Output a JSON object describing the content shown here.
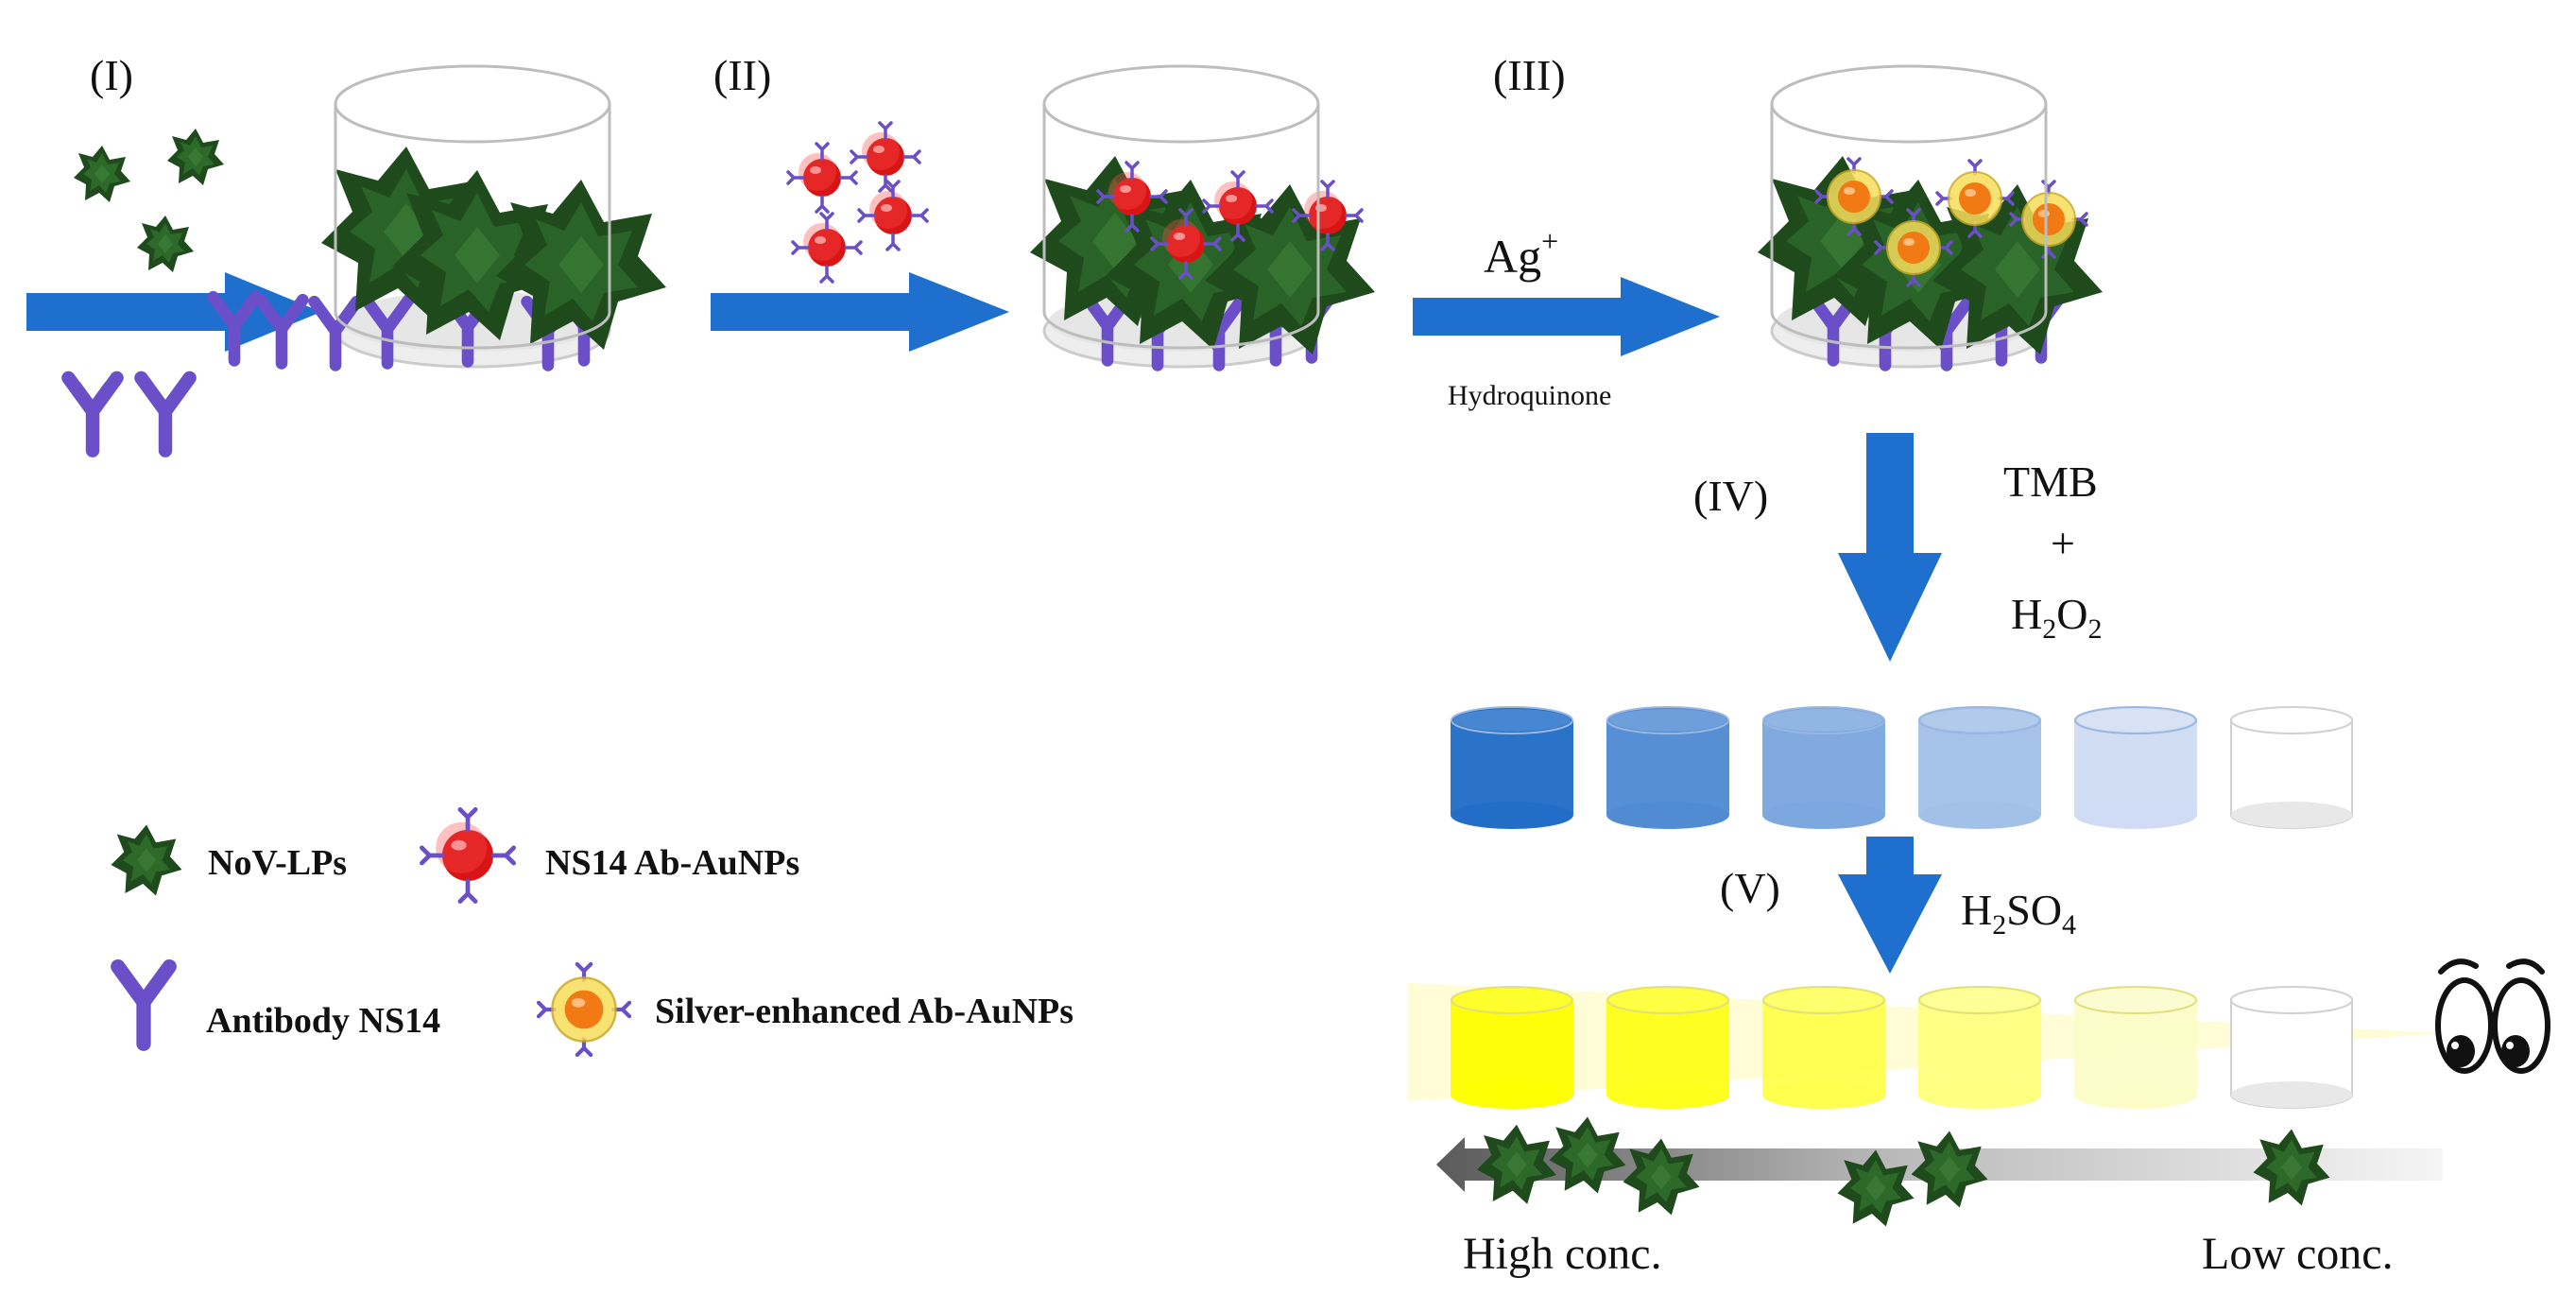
{
  "steps": {
    "step1": "(I)",
    "step2": "(II)",
    "step3": "(III)",
    "step4": "(IV)",
    "step5": "(V)"
  },
  "reagents": {
    "silver_main": "Ag",
    "silver_sup": "+",
    "reducer": "Hydroquinone",
    "tmb": "TMB",
    "plus": "+",
    "h2o2_h": "H",
    "h2o2_sub": "2",
    "h2o2_o": "O",
    "h2o2_sub2": "2",
    "acid_h": "H",
    "acid_sub": "2",
    "acid_so": "SO",
    "acid_sub2": "4"
  },
  "legend": {
    "novlp": "NoV-LPs",
    "aunp": "NS14 Ab-AuNPs",
    "antibody": "Antibody NS14",
    "silver": "Silver-enhanced Ab-AuNPs"
  },
  "gradient": {
    "high": "High conc.",
    "low": "Low conc."
  },
  "colors": {
    "arrow": "#1f6fcf",
    "antibody": "#6a4fc8",
    "star": "#1e4a1c",
    "aunp": "#e01818",
    "silver_shell": "#f2d24a",
    "silver_core": "#f07a18",
    "blue_series": [
      "#1f6cc6",
      "#4f8ad3",
      "#7aa6df",
      "#a2c0e8",
      "#cfdcf2",
      "#ffffff"
    ],
    "yellow_series": [
      "#ffff00",
      "#ffff1a",
      "#ffff4d",
      "#ffff80",
      "#fcfcc8",
      "#ffffff"
    ]
  }
}
